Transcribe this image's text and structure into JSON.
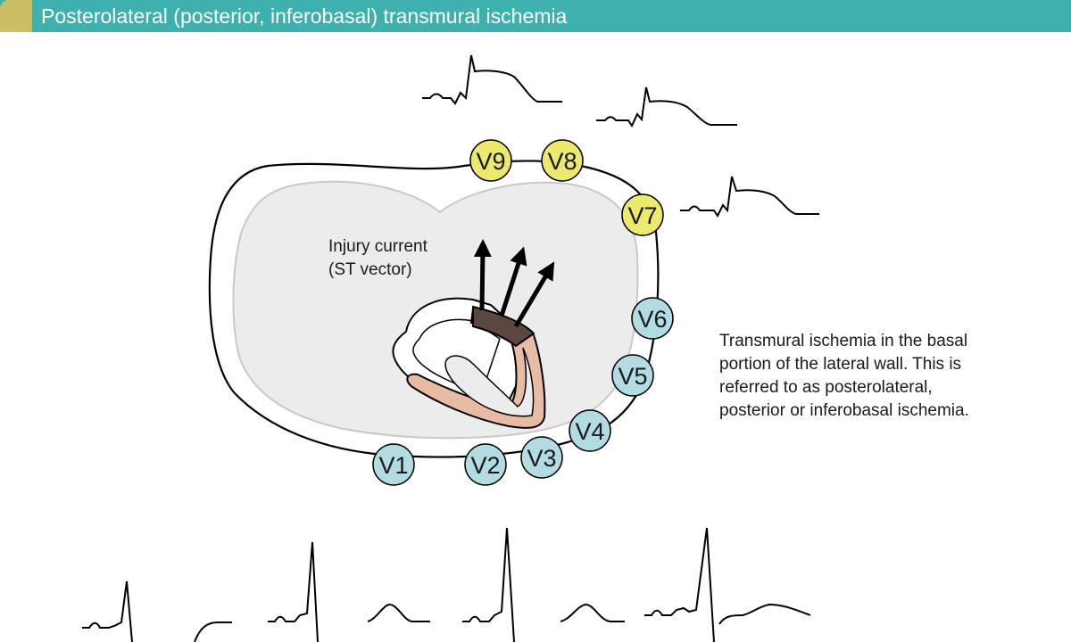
{
  "header": {
    "title": "Posterolateral (posterior, inferobasal) transmural ischemia",
    "accent_color": "#c9bf63",
    "bar_color": "#3eb0ad"
  },
  "labels": {
    "injury_line1": "Injury current",
    "injury_line2": "(ST vector)"
  },
  "description": "Transmural ischemia in the basal\nportion of the lateral wall. This is\nreferred to as posterolateral,\nposterior or inferobasal ischemia.",
  "leads": {
    "posterior": [
      {
        "id": "V9",
        "label": "V9"
      },
      {
        "id": "V8",
        "label": "V8"
      },
      {
        "id": "V7",
        "label": "V7"
      }
    ],
    "precordial": [
      {
        "id": "V1",
        "label": "V1"
      },
      {
        "id": "V2",
        "label": "V2"
      },
      {
        "id": "V3",
        "label": "V3"
      },
      {
        "id": "V4",
        "label": "V4"
      },
      {
        "id": "V5",
        "label": "V5"
      },
      {
        "id": "V6",
        "label": "V6"
      }
    ]
  },
  "colors": {
    "posterior_lead_fill": "#ecea6e",
    "precordial_lead_fill": "#b2dce2",
    "thorax_fill": "#ececec",
    "myocardium_fill": "#e7bca3",
    "ischemic_zone_fill": "#5b4740",
    "ischemic_zone_border": "#7a5a4d"
  }
}
